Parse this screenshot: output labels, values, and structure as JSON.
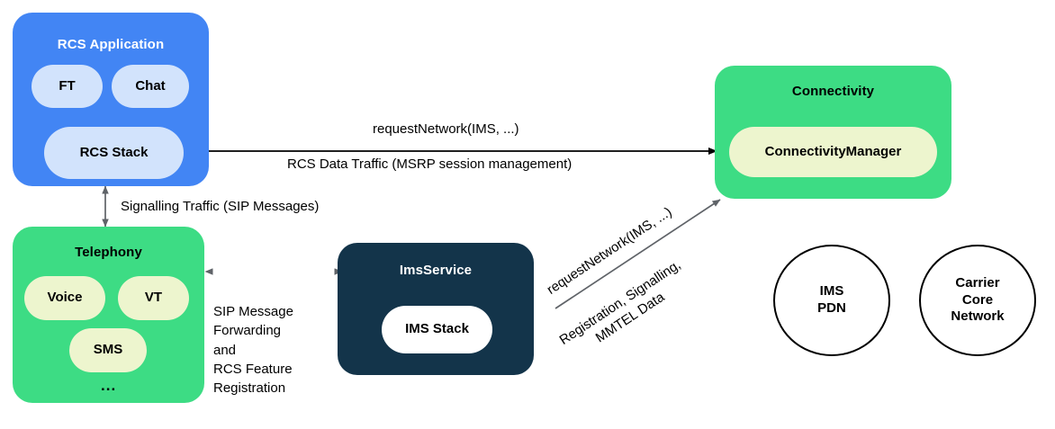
{
  "diagram": {
    "title": "RCS / IMS Android telephony architecture",
    "background": "#ffffff"
  },
  "colors": {
    "rcs_app_bg": "#4285F4",
    "rcs_app_pill": "#D2E3FC",
    "green_bg": "#3DDC84",
    "green_pill": "#EDF5CE",
    "ims_bg": "#13344A",
    "ims_pill": "#FFFFFF",
    "circle_stroke": "#000000",
    "edge_black": "#000000",
    "edge_gray": "#5F6368"
  },
  "nodes": {
    "rcs_application": {
      "title": "RCS Application",
      "children": [
        {
          "label": "FT"
        },
        {
          "label": "Chat"
        },
        {
          "label": "RCS Stack"
        }
      ]
    },
    "telephony": {
      "title": "Telephony",
      "children": [
        {
          "label": "Voice"
        },
        {
          "label": "VT"
        },
        {
          "label": "SMS"
        }
      ],
      "more": "..."
    },
    "ims_service": {
      "title": "ImsService",
      "children": [
        {
          "label": "IMS Stack"
        }
      ]
    },
    "connectivity": {
      "title": "Connectivity",
      "children": [
        {
          "label": "ConnectivityManager"
        }
      ]
    },
    "ims_pdn": {
      "label": "IMS\nPDN"
    },
    "carrier_core_network": {
      "label": "Carrier\nCore\nNetwork"
    }
  },
  "edges": {
    "rcs_to_connectivity": {
      "label_above": "requestNetwork(IMS, ...)",
      "label_below": "RCS Data Traffic (MSRP session management)"
    },
    "rcs_to_telephony": {
      "label": "Signalling Traffic (SIP Messages)"
    },
    "telephony_to_ims": {
      "label": "SIP Message\nForwarding\nand\nRCS Feature\nRegistration"
    },
    "ims_to_connectivity": {
      "label_above": "requestNetwork(IMS, ...)",
      "label_below": "Registration, Signalling,\nMMTEL Data"
    }
  }
}
